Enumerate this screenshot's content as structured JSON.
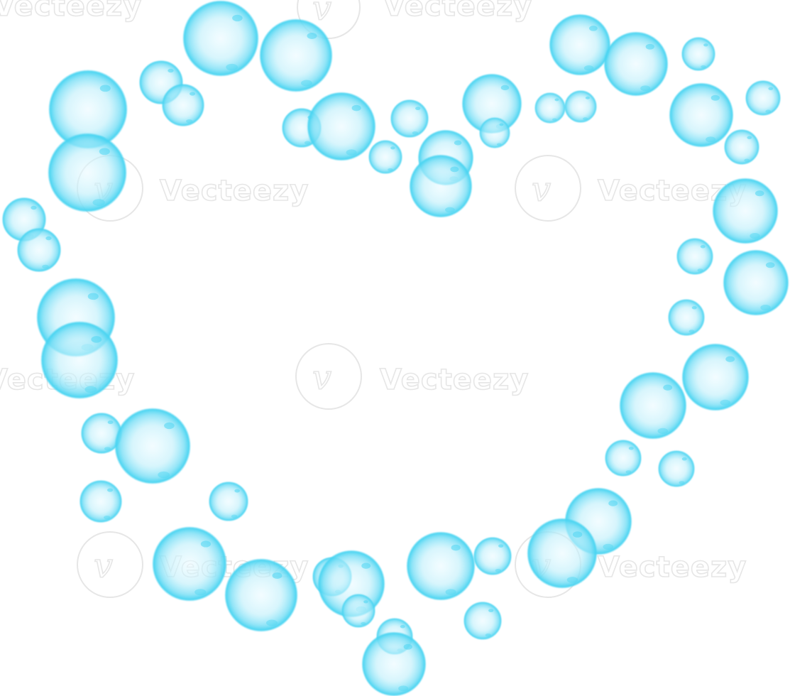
{
  "image": {
    "subject": "heart-shaped-ring-of-soap-bubbles",
    "bubble_color": "#4fd6f2",
    "bubble_core_color": "#eafaff",
    "background_color": "#ffffff"
  },
  "watermarks": [
    {
      "text": "Vecteezy"
    },
    {
      "text": "Vecteezy"
    },
    {
      "text": "Vecteezy"
    },
    {
      "text": "Vecteezy"
    },
    {
      "text": "Vecteezy"
    },
    {
      "text": "Vecteezy"
    },
    {
      "text": "Vecteezy"
    },
    {
      "text": "Vecteezy"
    }
  ]
}
